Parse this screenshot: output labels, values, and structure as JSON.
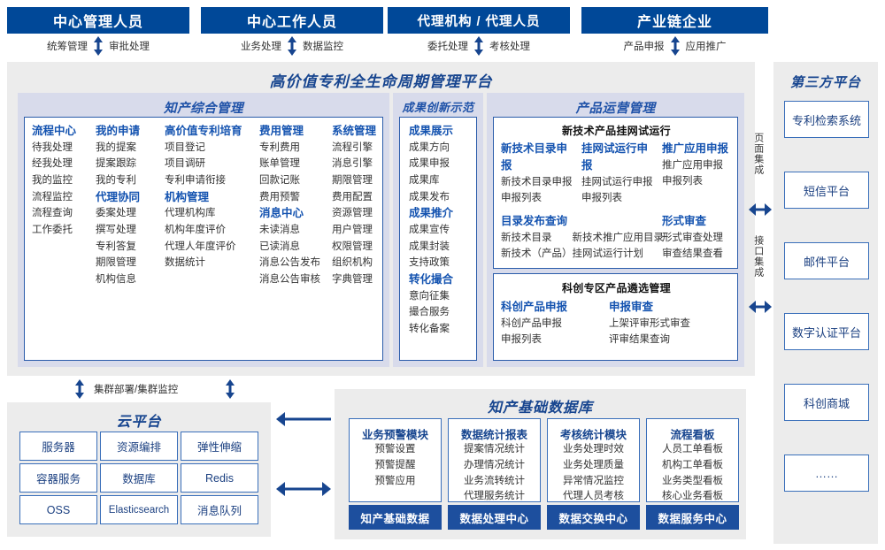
{
  "roles": [
    {
      "title": "中心管理人员",
      "left_action": "统筹管理",
      "right_action": "审批处理"
    },
    {
      "title": "中心工作人员",
      "left_action": "业务处理",
      "right_action": "数据监控"
    },
    {
      "title": "代理机构 / 代理人员",
      "left_action": "委托处理",
      "right_action": "考核处理"
    },
    {
      "title": "产业链企业",
      "left_action": "产品申报",
      "right_action": "应用推广"
    }
  ],
  "platform": {
    "title": "高价值专利全生命周期管理平台",
    "sections": [
      {
        "title": "知产综合管理",
        "columns": [
          {
            "groups": [
              {
                "head": "流程中心",
                "items": [
                  "待我处理",
                  "经我处理",
                  "我的监控",
                  "流程监控",
                  "流程查询",
                  "工作委托"
                ]
              }
            ]
          },
          {
            "groups": [
              {
                "head": "我的申请",
                "items": [
                  "我的提案",
                  "提案跟踪",
                  "我的专利"
                ]
              },
              {
                "head": "代理协同",
                "items": [
                  "委案处理",
                  "撰写处理",
                  "专利答复",
                  "期限管理",
                  "机构信息"
                ]
              }
            ]
          },
          {
            "groups": [
              {
                "head": "高价值专利培育",
                "items": [
                  "项目登记",
                  "项目调研",
                  "专利申请衔接"
                ]
              },
              {
                "head": "机构管理",
                "items": [
                  "代理机构库",
                  "机构年度评价",
                  "代理人年度评价",
                  "数据统计"
                ]
              }
            ]
          },
          {
            "groups": [
              {
                "head": "费用管理",
                "items": [
                  "专利费用",
                  "账单管理",
                  "回款记账",
                  "费用预警"
                ]
              },
              {
                "head": "消息中心",
                "items": [
                  "未读消息",
                  "已读消息",
                  "消息公告发布",
                  "消息公告审核"
                ]
              }
            ]
          },
          {
            "groups": [
              {
                "head": "系统管理",
                "items": [
                  "流程引擎",
                  "消息引擎",
                  "期限管理",
                  "费用配置",
                  "资源管理",
                  "用户管理",
                  "权限管理",
                  "组织机构",
                  "字典管理"
                ]
              }
            ]
          }
        ]
      },
      {
        "title": "成果创新示范",
        "columns": [
          {
            "groups": [
              {
                "head": "成果展示",
                "items": [
                  "成果方向",
                  "成果申报",
                  "成果库",
                  "成果发布"
                ]
              },
              {
                "head": "成果推介",
                "items": [
                  "成果宣传",
                  "成果封装",
                  "支持政策"
                ]
              },
              {
                "head": "转化撮合",
                "items": [
                  "意向征集",
                  "撮合服务",
                  "转化备案"
                ]
              }
            ]
          }
        ]
      }
    ],
    "operations": {
      "title": "产品运营管理",
      "boxes": [
        {
          "title": "新技术产品挂网试运行",
          "rows": [
            {
              "cols": [
                {
                  "head": "新技术目录申报",
                  "items": [
                    "新技术目录申报",
                    "申报列表"
                  ]
                },
                {
                  "head": "挂网试运行申报",
                  "items": [
                    "挂网试运行申报",
                    "申报列表"
                  ]
                },
                {
                  "head": "推广应用申报",
                  "items": [
                    "推广应用申报",
                    "申报列表"
                  ]
                }
              ]
            },
            {
              "cols": [
                {
                  "head": "目录发布查询",
                  "items": [
                    "新技术目录　　新技术推广应用目录",
                    "新技术（产品）挂网试运行计划"
                  ]
                },
                {
                  "head": "形式审查",
                  "items": [
                    "形式审查处理",
                    "审查结果查看"
                  ]
                }
              ]
            }
          ]
        },
        {
          "title": "科创专区产品遴选管理",
          "rows": [
            {
              "cols": [
                {
                  "head": "科创产品申报",
                  "items": [
                    "科创产品申报",
                    "申报列表"
                  ]
                },
                {
                  "head": "申报审查",
                  "items": [
                    "上架评审形式审查",
                    "评审结果查询"
                  ]
                }
              ]
            }
          ]
        }
      ]
    }
  },
  "integration": {
    "page_label": "页面集成",
    "api_label": "接口集成"
  },
  "third_party": {
    "title": "第三方平台",
    "items": [
      "专利检索系统",
      "短信平台",
      "邮件平台",
      "数字认证平台",
      "科创商城",
      "……"
    ]
  },
  "cloud": {
    "cluster_label": "集群部署/集群监控",
    "title": "云平台",
    "cells": [
      "服务器",
      "资源编排",
      "弹性伸缩",
      "容器服务",
      "数据库",
      "Redis",
      "OSS",
      "Elasticsearch",
      "消息队列"
    ]
  },
  "database": {
    "title": "知产基础数据库",
    "columns": [
      {
        "head": "业务预警模块",
        "items": [
          "预警设置",
          "预警提醒",
          "预警应用"
        ],
        "footer": "知产基础数据"
      },
      {
        "head": "数据统计报表",
        "items": [
          "提案情况统计",
          "办理情况统计",
          "业务流转统计",
          "代理服务统计"
        ],
        "footer": "数据处理中心"
      },
      {
        "head": "考核统计模块",
        "items": [
          "业务处理时效",
          "业务处理质量",
          "异常情况监控",
          "代理人员考核"
        ],
        "footer": "数据交换中心"
      },
      {
        "head": "流程看板",
        "items": [
          "人员工单看板",
          "机构工单看板",
          "业务类型看板",
          "核心业务看板"
        ],
        "footer": "数据服务中心"
      }
    ]
  },
  "colors": {
    "dark_blue": "#004898",
    "accent_blue": "#17458f",
    "lavender": "#d8dbeb",
    "panel_gray": "#ececec",
    "border_blue": "#2a5caa"
  }
}
